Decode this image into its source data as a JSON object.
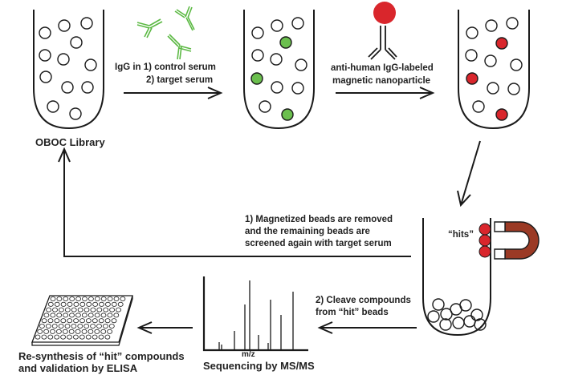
{
  "labels": {
    "oboc_library": "OBOC Library",
    "step1_line1": "IgG in 1) control serum",
    "step1_line2": "2) target serum",
    "step2_line1": "anti-human IgG-labeled",
    "step2_line2": "magnetic nanoparticle",
    "hits": "“hits”",
    "loop_line1": "1) Magnetized beads are removed",
    "loop_line2": "and the remaining beads are",
    "loop_line3": "screened again with target serum",
    "cleave_line1": "2) Cleave compounds",
    "cleave_line2": "from “hit” beads",
    "ms_axis": "m/z",
    "ms_title": "Sequencing by MS/MS",
    "elisa_line1": "Re-synthesis of “hit” compounds",
    "elisa_line2": "and validation by ELISA"
  },
  "colors": {
    "line": "#1a1a1a",
    "igg_green": "#5cb944",
    "bead_green": "#6bbf4e",
    "bead_red": "#d9262c",
    "magnet_brown": "#9b3a25"
  }
}
